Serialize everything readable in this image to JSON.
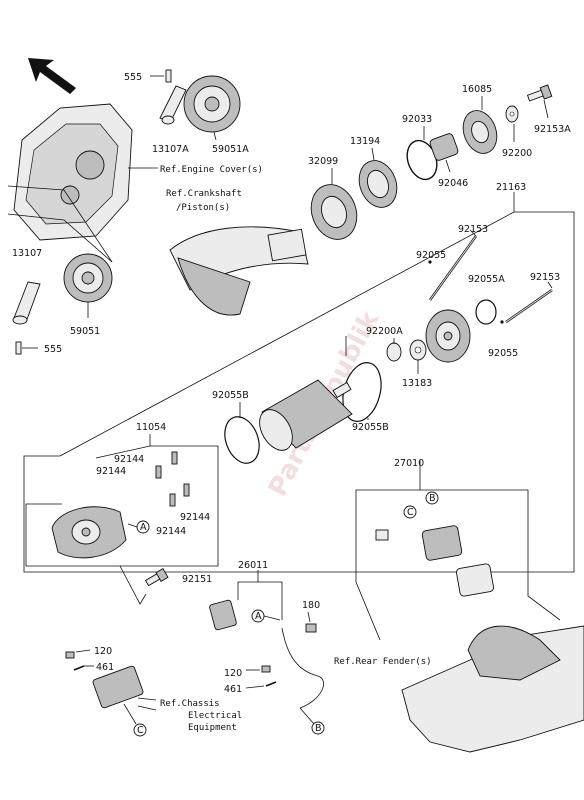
{
  "watermark": "PartsRepublik",
  "direction_arrow": "arrow-up-left-icon",
  "labels": {
    "l555_top": "555",
    "l13107A": "13107A",
    "l59051A": "59051A",
    "l16085": "16085",
    "l92153A": "92153A",
    "l92200": "92200",
    "l92033": "92033",
    "l13194": "13194",
    "l92046": "92046",
    "l32099": "32099",
    "l21163": "21163",
    "l92153_a": "92153",
    "l92055_a": "92055",
    "l92055A": "92055A",
    "l92153_b": "92153",
    "l92200A": "92200A",
    "l92055_b": "92055",
    "l13183": "13183",
    "l92055B_l": "92055B",
    "l92055B_r": "92055B",
    "l13107": "13107",
    "l59051": "59051",
    "l555_bottom": "555",
    "l11054": "11054",
    "l92144_1": "92144",
    "l92144_2": "92144",
    "l92144_3": "92144",
    "l92144_4": "92144",
    "l92151": "92151",
    "l27010": "27010",
    "l26011": "26011",
    "l180": "180",
    "l120_a": "120",
    "l461_a": "461",
    "l120_b": "120",
    "l461_b": "461"
  },
  "references": {
    "engine_cover": "Ref.Engine Cover(s)",
    "crankshaft_1": "Ref.Crankshaft",
    "crankshaft_2": "/Piston(s)",
    "rear_fender": "Ref.Rear Fender(s)",
    "chassis_1": "Ref.Chassis",
    "chassis_2": "Electrical",
    "chassis_3": "Equipment"
  },
  "callouts": {
    "A": "A",
    "B": "B",
    "C": "C"
  }
}
